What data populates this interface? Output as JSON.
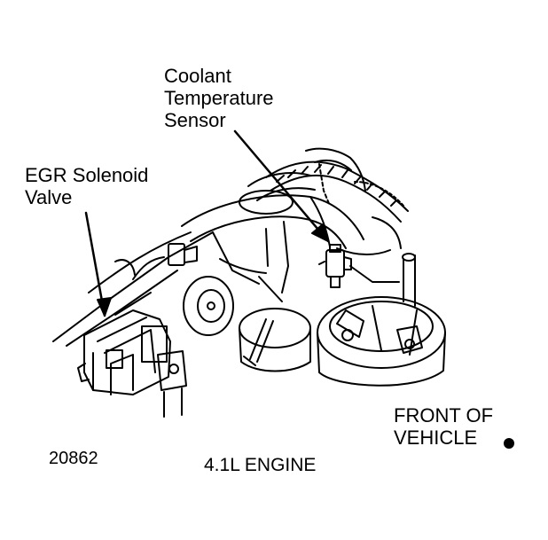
{
  "diagram": {
    "labels": {
      "coolant_sensor": [
        "Coolant",
        "Temperature",
        "Sensor"
      ],
      "egr_valve": [
        "EGR Solenoid",
        "Valve"
      ],
      "front_of_vehicle": [
        "FRONT OF",
        "VEHICLE"
      ],
      "figure_code": "20862",
      "engine": "4.1L ENGINE"
    },
    "colors": {
      "ink": "#000000",
      "paper": "#ffffff"
    }
  }
}
